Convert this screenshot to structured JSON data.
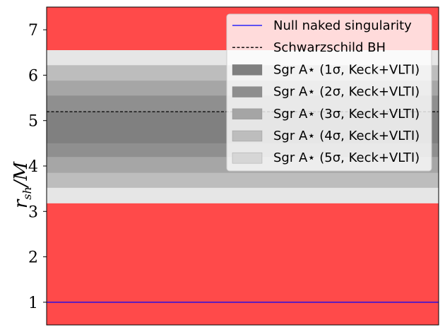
{
  "chart_data": {
    "type": "area",
    "ylabel": "r_sh/M",
    "ylabel_main": "r",
    "ylabel_sub": "sh",
    "ylabel_rest": "/M",
    "ylim": [
      0.5,
      7.5
    ],
    "yticks": [
      1,
      2,
      3,
      4,
      5,
      6,
      7
    ],
    "grid": false,
    "legend_placement": "top-right",
    "excluded_color": "#ff4a4a",
    "excluded_regions": [
      [
        0.5,
        3.18
      ],
      [
        6.55,
        7.5
      ]
    ],
    "bands": [
      {
        "name": "Sgr A⋆ (5σ, Keck+VLTI)",
        "range": [
          3.18,
          6.55
        ],
        "color": "#e6e6e6"
      },
      {
        "name": "Sgr A⋆ (4σ, Keck+VLTI)",
        "range": [
          3.52,
          6.22
        ],
        "color": "#bdbdbd"
      },
      {
        "name": "Sgr A⋆ (3σ, Keck+VLTI)",
        "range": [
          3.85,
          5.88
        ],
        "color": "#a6a6a6"
      },
      {
        "name": "Sgr A⋆ (2σ, Keck+VLTI)",
        "range": [
          4.2,
          5.55
        ],
        "color": "#8f8f8f"
      },
      {
        "name": "Sgr A⋆ (1σ, Keck+VLTI)",
        "range": [
          4.5,
          5.2
        ],
        "color": "#808080"
      }
    ],
    "lines": [
      {
        "name": "Null naked singularity",
        "y": 1.0,
        "color": "#0000ff",
        "style": "solid"
      },
      {
        "name": "Schwarzschild BH",
        "y": 5.196,
        "color": "#000000",
        "style": "dashed"
      }
    ]
  },
  "legend": {
    "items": [
      {
        "label": "Null naked singularity",
        "kind": "line",
        "color": "#0000ff",
        "style": "solid"
      },
      {
        "label": "Schwarzschild BH",
        "kind": "line",
        "color": "#000000",
        "style": "dashed"
      },
      {
        "label": "Sgr A⋆ (1σ, Keck+VLTI)",
        "kind": "patch",
        "color": "#7f7f7f"
      },
      {
        "label": "Sgr A⋆ (2σ, Keck+VLTI)",
        "kind": "patch",
        "color": "#8e8e8e"
      },
      {
        "label": "Sgr A⋆ (3σ, Keck+VLTI)",
        "kind": "patch",
        "color": "#a5a5a5"
      },
      {
        "label": "Sgr A⋆ (4σ, Keck+VLTI)",
        "kind": "patch",
        "color": "#bdbdbd"
      },
      {
        "label": "Sgr A⋆ (5σ, Keck+VLTI)",
        "kind": "patch",
        "color": "#d6d6d6"
      }
    ]
  }
}
